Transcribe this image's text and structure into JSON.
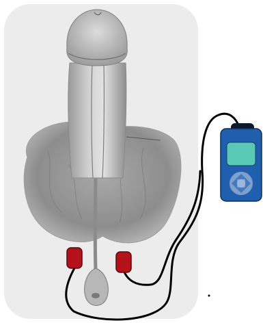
{
  "figure": {
    "background_panel_color": "#ececec",
    "subject": "anatomical-illustration",
    "electrodes": [
      {
        "id": "left",
        "color": "#b3121b"
      },
      {
        "id": "right",
        "color": "#b3121b"
      }
    ],
    "device": {
      "body_color": "#1f5fae",
      "screen_color": "#57c9b4",
      "button_color": "#7fa0cf",
      "clip_color": "#0d1a2e"
    },
    "lead_wire_color": "#000000"
  }
}
